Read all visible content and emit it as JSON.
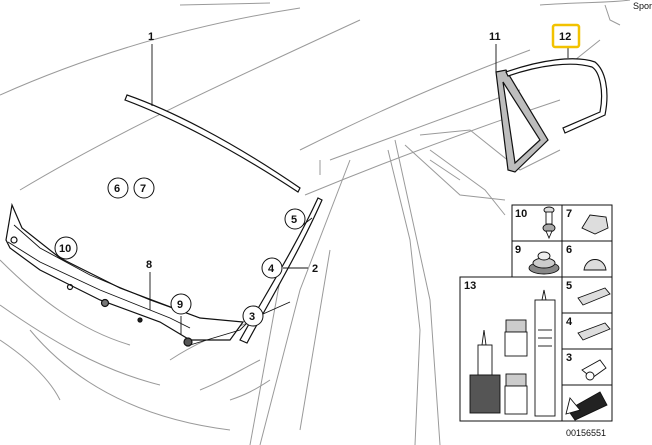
{
  "diagram": {
    "corner_text": "Spor",
    "callouts": {
      "c1": "1",
      "c2": "2",
      "c3": "3",
      "c4": "4",
      "c5": "5",
      "c6": "6",
      "c7": "7",
      "c8": "8",
      "c9": "9",
      "c10": "10",
      "c11": "11",
      "c12": "12"
    },
    "highlight_color": "#f2c200",
    "parts_table": {
      "r10": "10",
      "r7": "7",
      "r9": "9",
      "r6": "6",
      "r13": "13",
      "r5": "5",
      "r4": "4",
      "r3": "3"
    },
    "drawing_number": "00156551"
  }
}
